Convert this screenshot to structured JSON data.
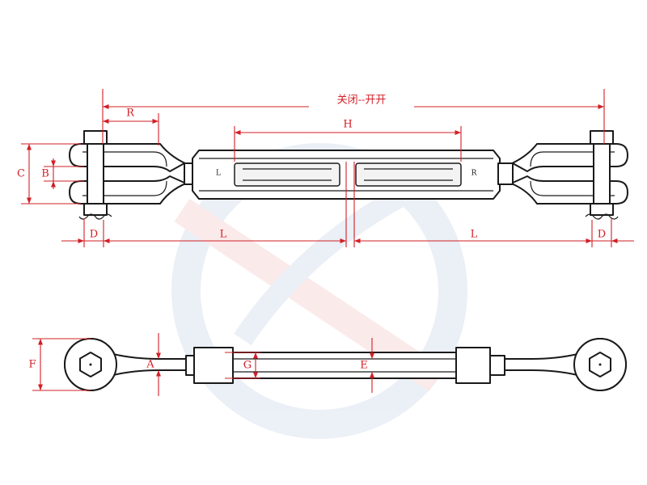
{
  "labels": {
    "open_close": "关闭--开开",
    "R_top": "R",
    "H": "H",
    "C": "C",
    "B": "B",
    "D_left": "D",
    "L_left": "L",
    "L_right": "L",
    "D_right": "D",
    "F": "F",
    "A": "A",
    "G": "G",
    "E": "E",
    "body_L": "L",
    "body_R": "R"
  },
  "colors": {
    "outline": "#1a1a1a",
    "dimension": "#d21f26",
    "watermark": "#2f5aa8"
  }
}
